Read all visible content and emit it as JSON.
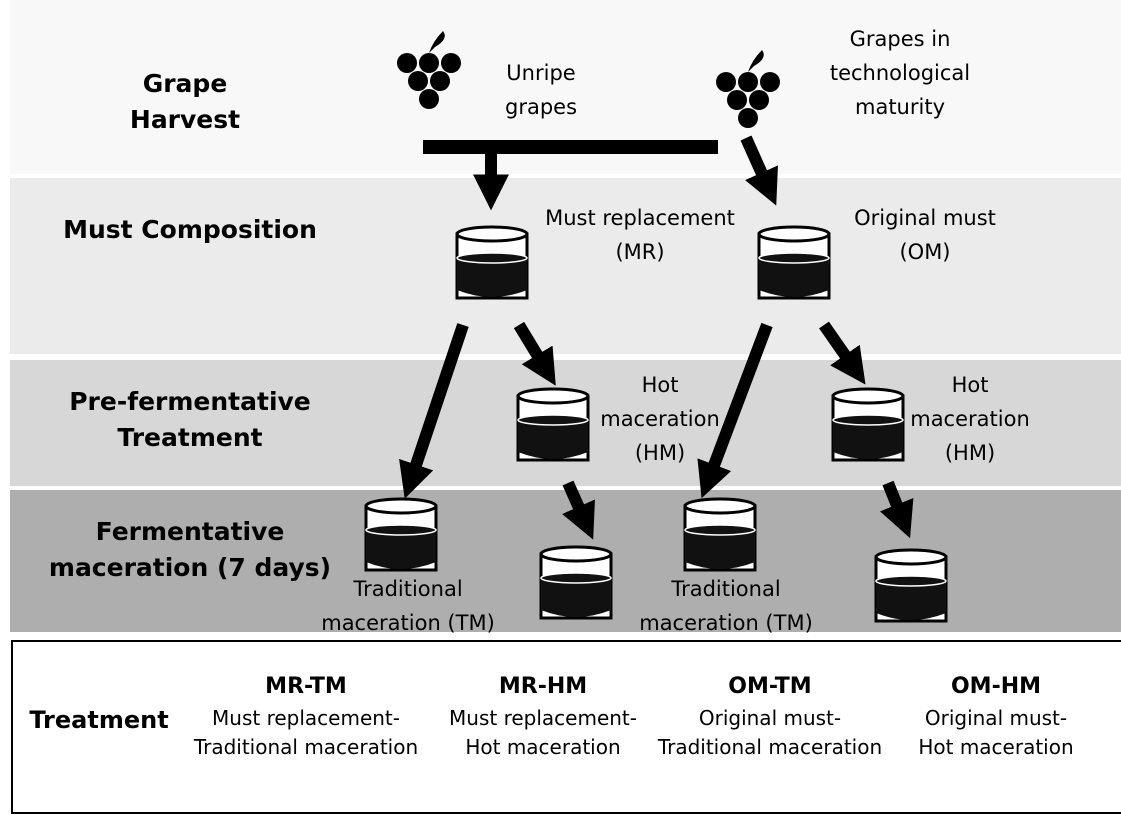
{
  "stages": {
    "harvest": "Grape\nHarvest",
    "must": "Must Composition",
    "prefermentative": "Pre-fermentative\nTreatment",
    "fermentative": "Fermentative\nmaceration (7 days)",
    "treatment": "Treatment"
  },
  "labels": {
    "unripe": "Unripe\ngrapes",
    "mature": "Grapes in\ntechnological\nmaturity",
    "mr": "Must replacement\n(MR)",
    "om": "Original must\n(OM)",
    "hm1": "Hot\nmaceration\n(HM)",
    "hm2": "Hot\nmaceration\n(HM)",
    "tm1": "Traditional\nmaceration (TM)",
    "tm2": "Traditional\nmaceration (TM)"
  },
  "treatments": [
    {
      "code": "MR-TM",
      "desc": "Must replacement-\nTraditional maceration"
    },
    {
      "code": "MR-HM",
      "desc": "Must replacement-\nHot maceration"
    },
    {
      "code": "OM-TM",
      "desc": "Original must-\nTraditional maceration"
    },
    {
      "code": "OM-HM",
      "desc": "Original must-\nHot maceration"
    }
  ],
  "colors": {
    "band1": "#f8f8f8",
    "band2": "#ebebeb",
    "band3": "#d7d7d7",
    "band4": "#aeaeae",
    "ink": "#000000"
  },
  "icons": [
    "grape-cluster-icon",
    "beaker-icon",
    "arrow"
  ]
}
